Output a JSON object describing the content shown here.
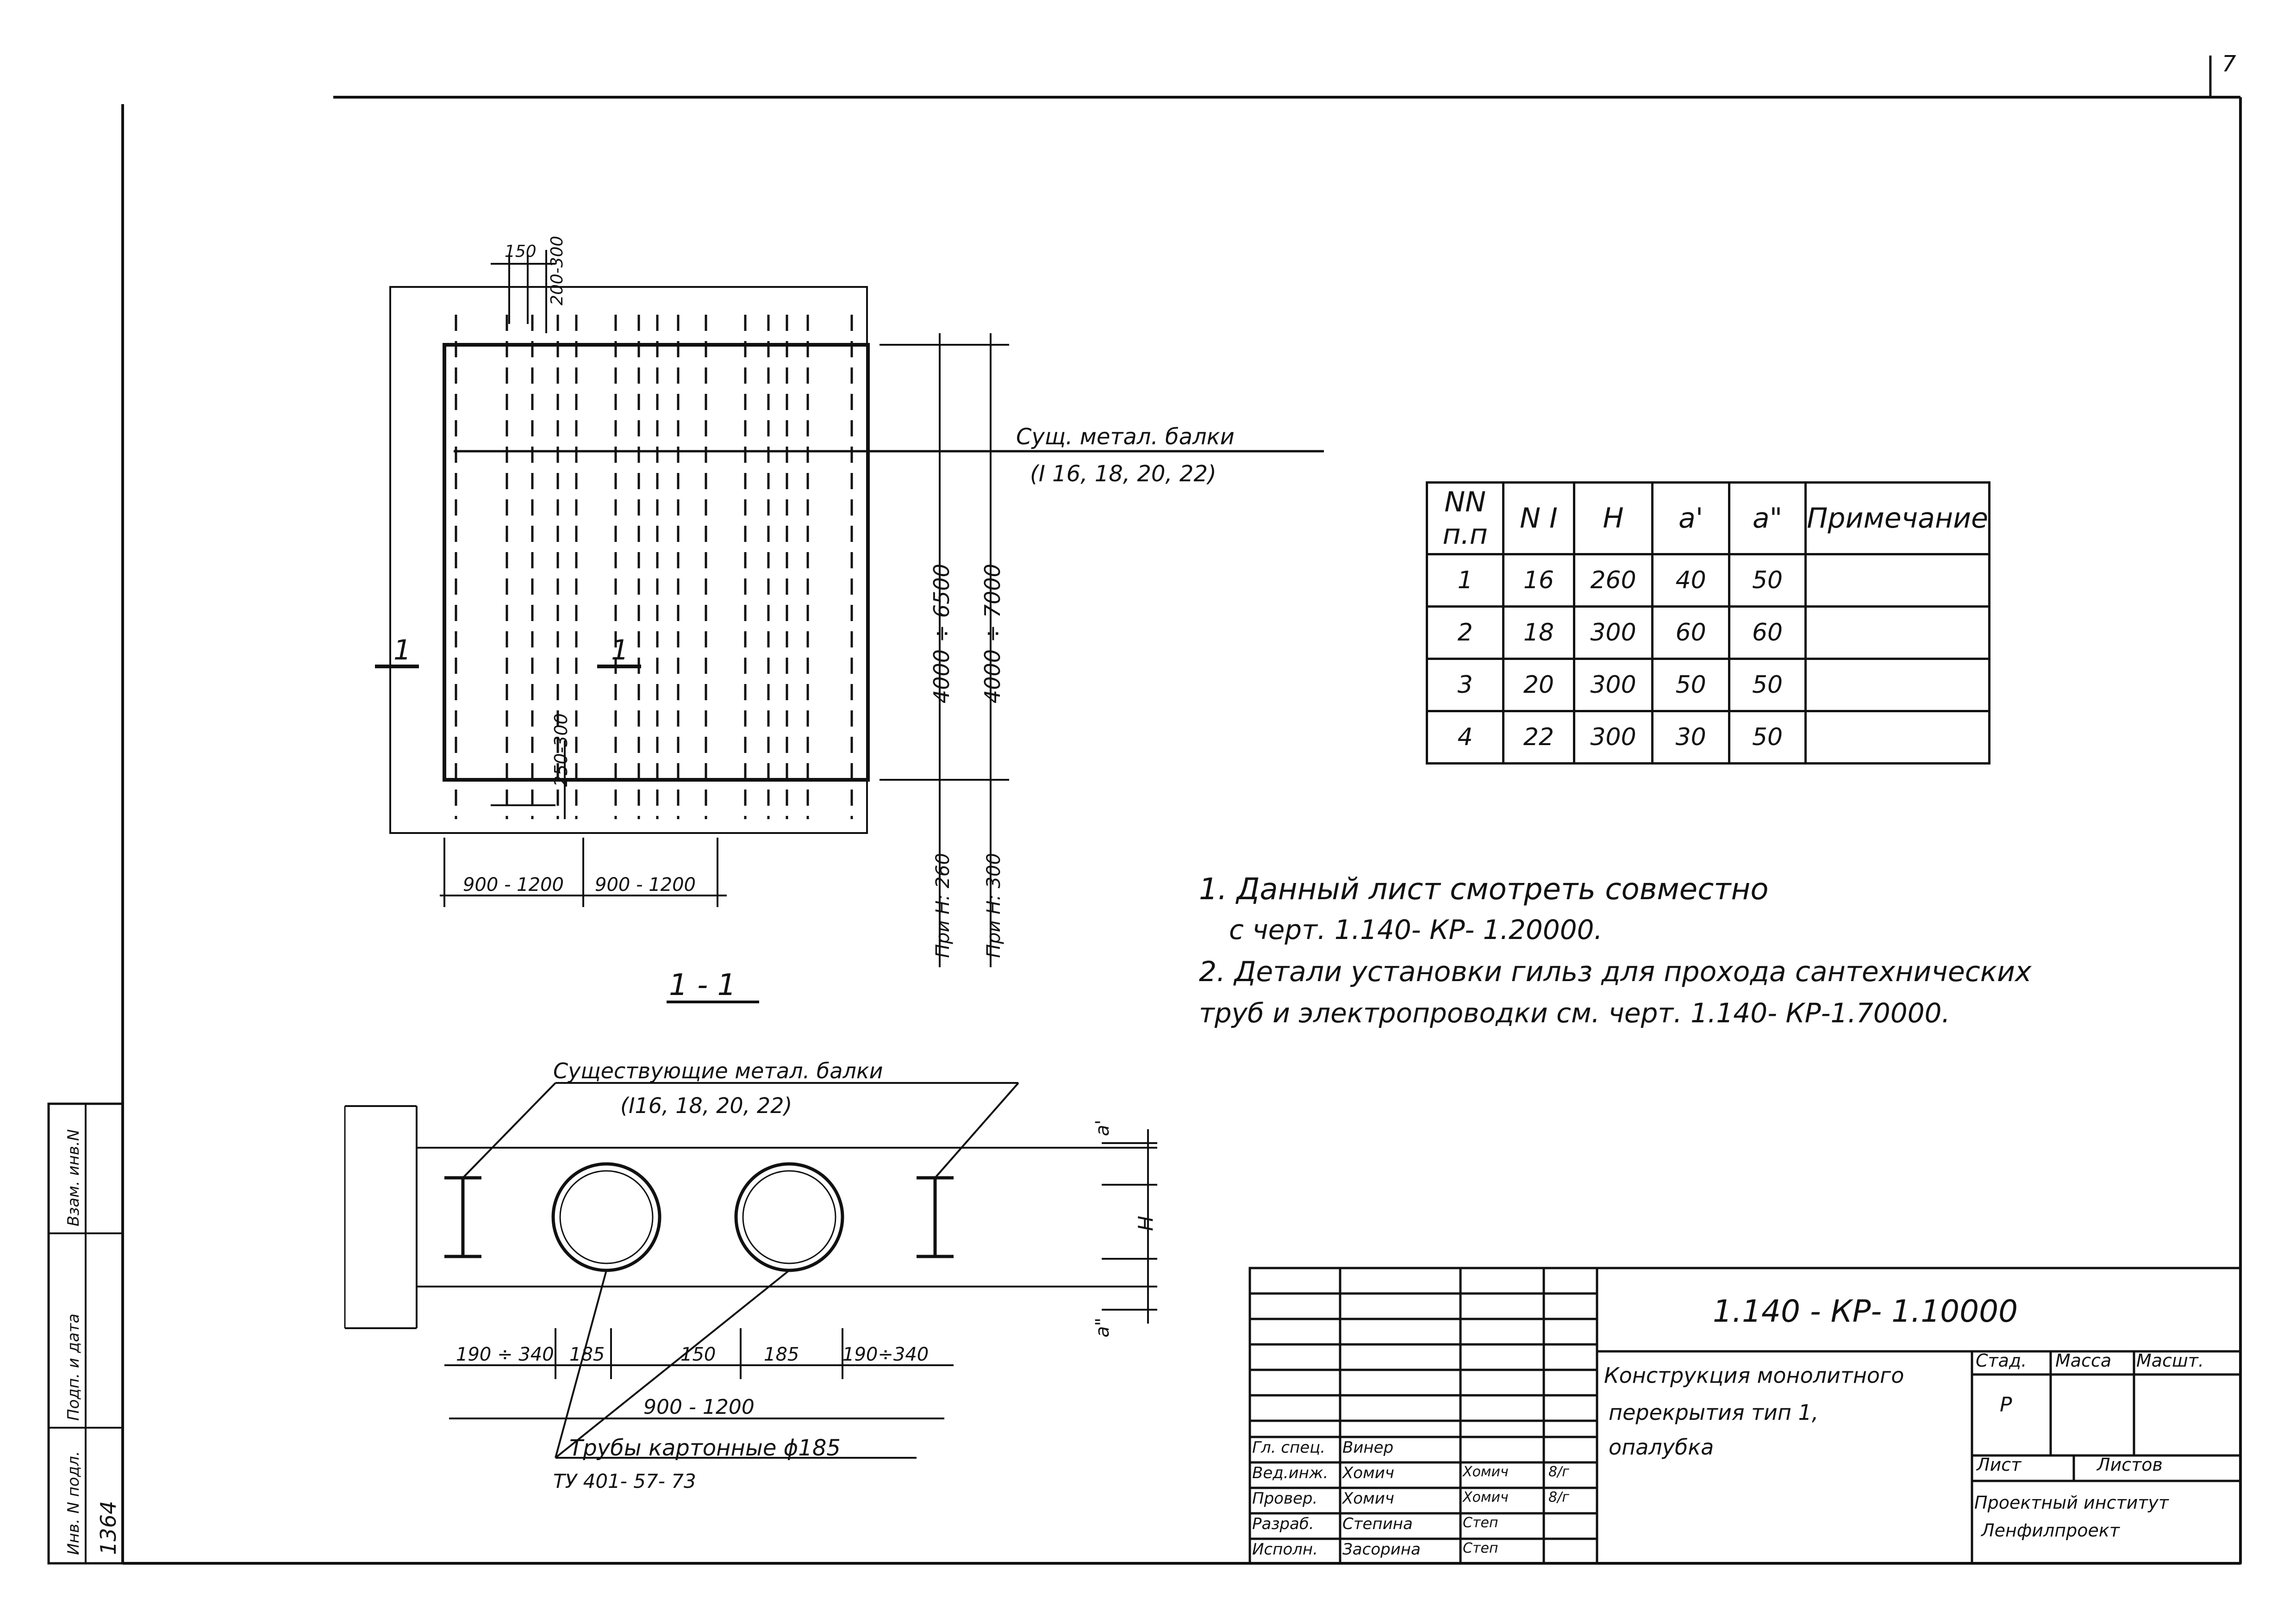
{
  "sheet_number": "7",
  "plan": {
    "top_dims": [
      "150",
      "200-300"
    ],
    "mid_dim": "250-300",
    "bottom_dims": [
      "900 - 1200",
      "900 - 1200"
    ],
    "section_mark": "1",
    "vertical_dims": [
      "4000 ÷ 6500",
      "4000 ÷ 7000"
    ],
    "h_labels": [
      "При H: 260",
      "При H: 300"
    ],
    "beam_label_1": "Сущ. метал. балки",
    "beam_label_2": "(I 16, 18, 20, 22)"
  },
  "section": {
    "title": "1 - 1",
    "beam_label_1": "Существующие метал. балки",
    "beam_label_2": "(I16, 18, 20, 22)",
    "dims_row": [
      "190 ÷ 340",
      "185",
      "150",
      "185",
      "190÷340"
    ],
    "total_dim": "900 - 1200",
    "right_dims": [
      "a'",
      "H",
      "a\""
    ],
    "pipes_label": "Трубы картонные ϕ185",
    "pipes_spec": "ТУ 401- 57- 73"
  },
  "table": {
    "headers": [
      "NN п.п",
      "N I",
      "H",
      "a'",
      "a\"",
      "Примечание"
    ],
    "rows": [
      [
        "1",
        "16",
        "260",
        "40",
        "50",
        ""
      ],
      [
        "2",
        "18",
        "300",
        "60",
        "60",
        ""
      ],
      [
        "3",
        "20",
        "300",
        "50",
        "50",
        ""
      ],
      [
        "4",
        "22",
        "300",
        "30",
        "50",
        ""
      ]
    ]
  },
  "notes": [
    "1. Данный лист смотреть совместно",
    "с черт. 1.140- КР- 1.20000.",
    "2. Детали установки гильз для прохода сантехнических",
    "труб и электропроводки см. черт. 1.140- КР-1.70000."
  ],
  "left_strip": [
    "Инв. N подл.",
    "1364",
    "Подп. и дата",
    "Взам. инв.N"
  ],
  "title_block": {
    "code": "1.140 - КР- 1.10000",
    "title_lines": [
      "Конструкция монолитного",
      "перекрытия тип 1,",
      "опалубка"
    ],
    "stage_headers": [
      "Стад.",
      "Масса",
      "Масшт."
    ],
    "stage_value": "Р",
    "sheet_label": "Лист",
    "sheets_label": "Листов",
    "org_lines": [
      "Проектный институт",
      "Ленфилпроект"
    ],
    "staff": [
      {
        "role": "Гл. спец.",
        "name": "Винер",
        "sign": "",
        "date": ""
      },
      {
        "role": "Вед.инж.",
        "name": "Хомич",
        "sign": "Хомич",
        "date": "8/г"
      },
      {
        "role": "Провер.",
        "name": "Хомич",
        "sign": "Хомич",
        "date": "8/г"
      },
      {
        "role": "Разраб.",
        "name": "Степина",
        "sign": "Степ",
        "date": ""
      },
      {
        "role": "Исполн.",
        "name": "Засорина",
        "sign": "Степ",
        "date": ""
      }
    ]
  }
}
